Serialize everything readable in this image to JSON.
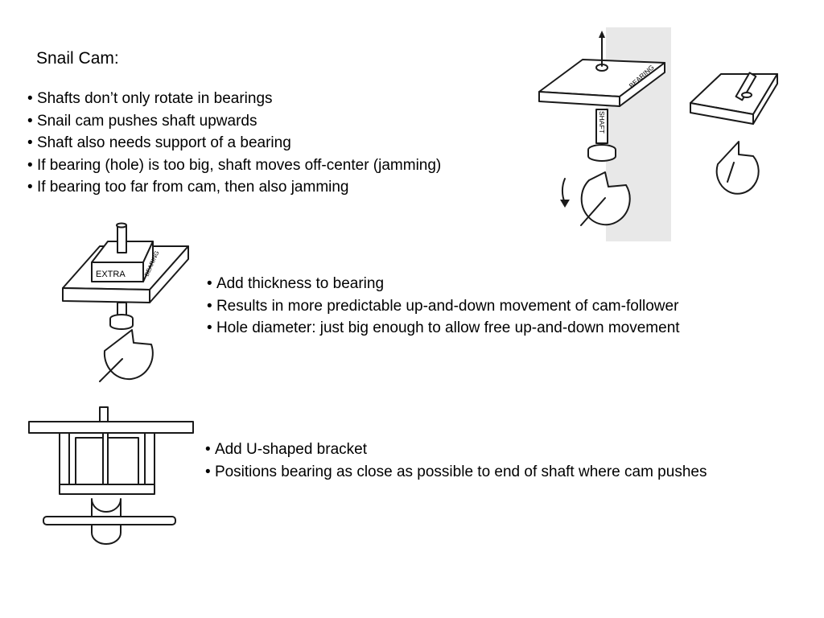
{
  "title": "Snail Cam:",
  "intro_bullets": [
    "Shafts don’t only rotate in bearings",
    "Snail cam pushes shaft upwards",
    "Shaft also needs support of a bearing",
    "If bearing (hole) is too big, shaft moves off-center (jamming)",
    "If bearing too far from cam, then also jamming"
  ],
  "thickness_bullets": [
    "Add thickness to bearing",
    "Results in more predictable up-and-down movement of cam-follower",
    "Hole diameter: just big enough to allow free up-and-down movement"
  ],
  "bracket_bullets": [
    "Add U-shaped bracket",
    "Positions bearing as close as possible to end of shaft where cam pushes"
  ],
  "figure_labels": {
    "bearing": "BEARING",
    "shaft": "SHAFT",
    "extra": "EXTRA",
    "extra_bearing": "BEARING"
  }
}
